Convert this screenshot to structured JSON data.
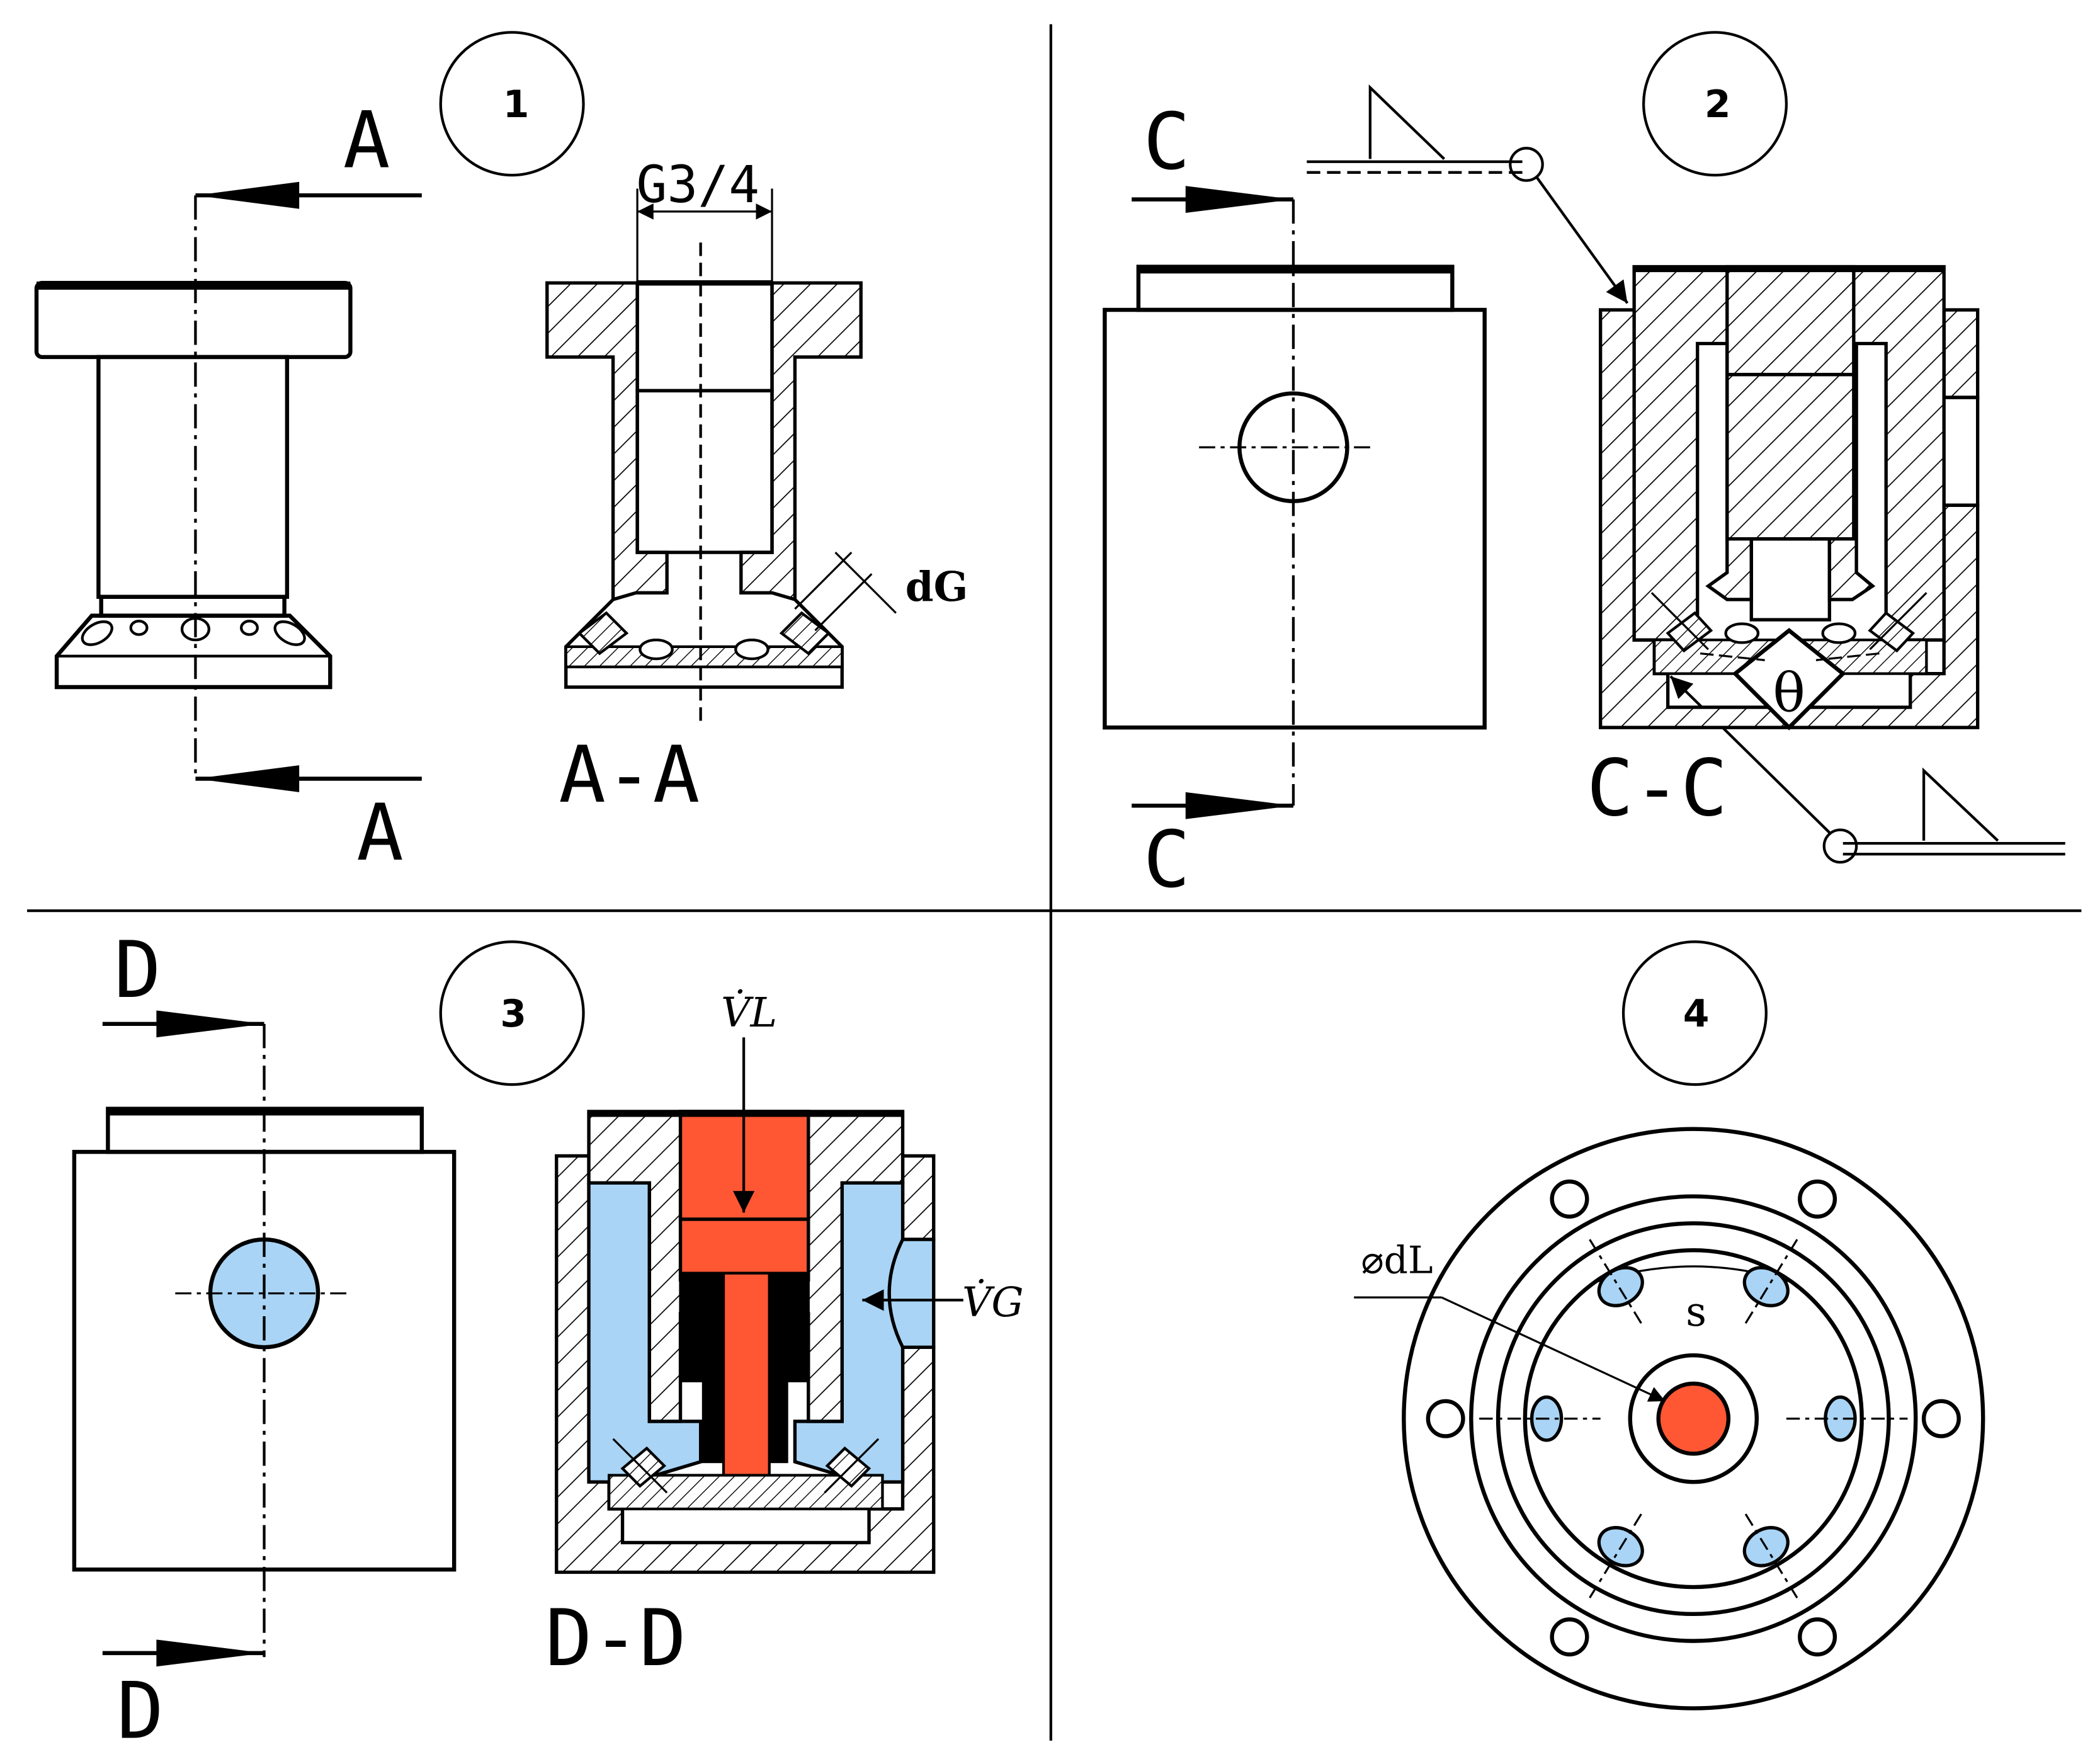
{
  "panels": [
    {
      "number": "1",
      "cut_label_top": "A",
      "cut_label_bottom": "A",
      "section_label": "A-A",
      "thread_label": "G3/4",
      "dim_label": "dG"
    },
    {
      "number": "2",
      "cut_label_top": "C",
      "cut_label_bottom": "C",
      "section_label": "C-C",
      "angle_label": "θ"
    },
    {
      "number": "3",
      "cut_label_top": "D",
      "cut_label_bottom": "D",
      "section_label": "D-D",
      "flow_liquid": "V̇L",
      "flow_gas": "V̇G"
    },
    {
      "number": "4",
      "diameter_label": "⌀dL",
      "spacing_label": "s"
    }
  ],
  "colors": {
    "line": "#000000",
    "liquid": "#ff5733",
    "gas": "#a9d4f5",
    "background": "#ffffff"
  }
}
